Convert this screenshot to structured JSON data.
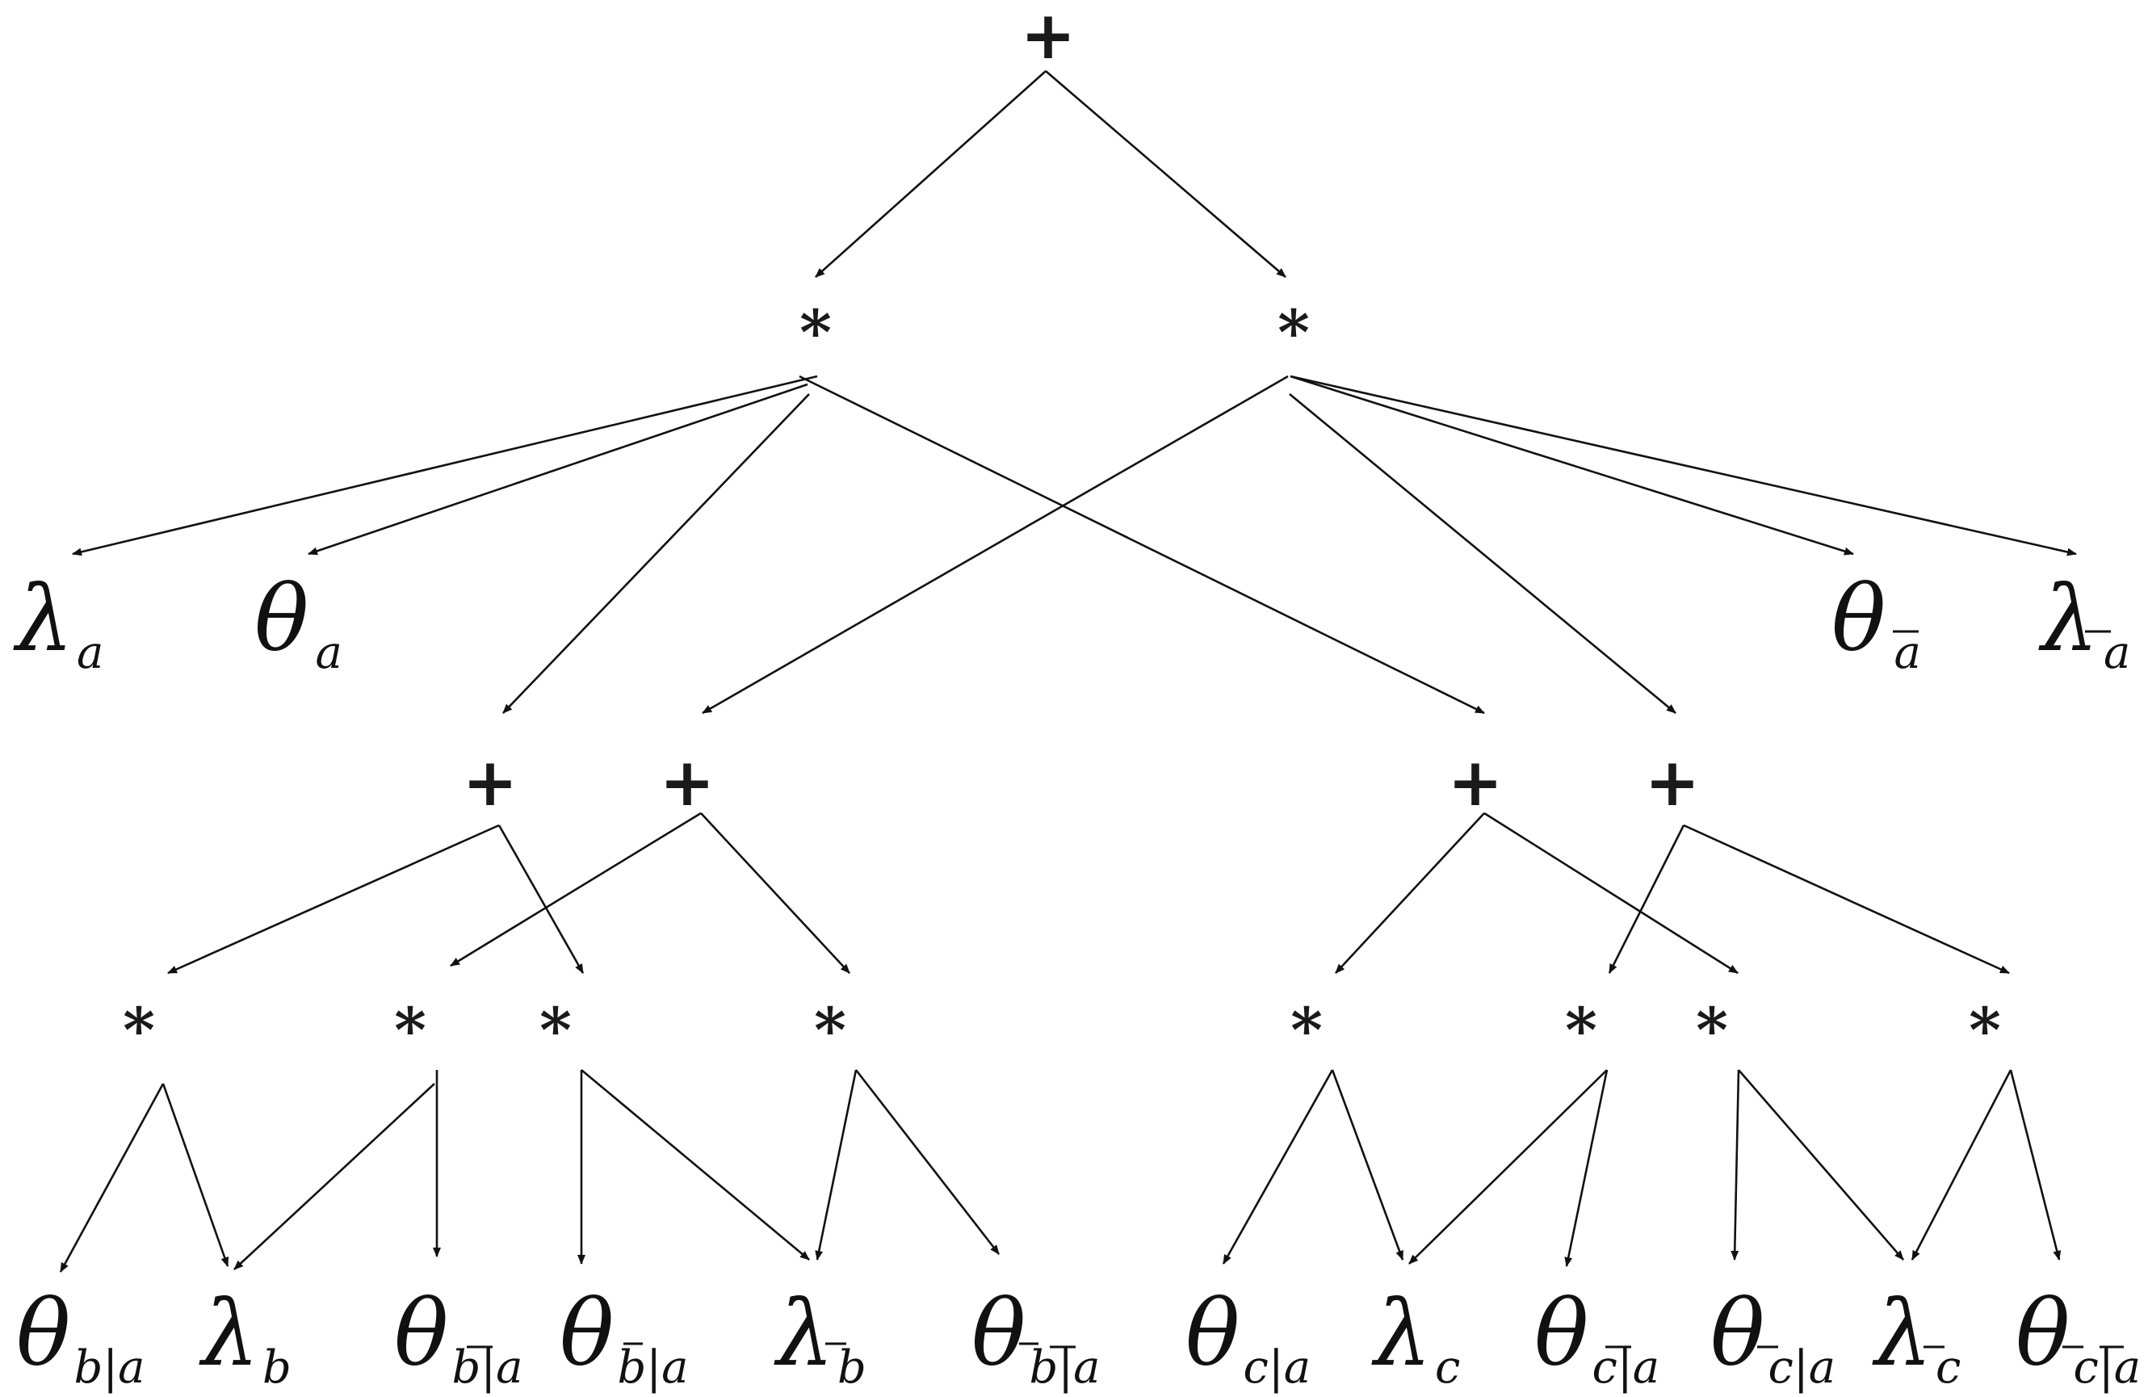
{
  "colors": {
    "ink": "#111111",
    "background": "#ffffff"
  },
  "nodes": {
    "root": "+",
    "prod_a": "*",
    "prod_abar": "*",
    "sum_b1": "+",
    "sum_b2": "+",
    "sum_c1": "+",
    "sum_c2": "+",
    "prod_b1": "*",
    "prod_b2": "*",
    "prod_b3": "*",
    "prod_b4": "*",
    "prod_c1": "*",
    "prod_c2": "*",
    "prod_c3": "*",
    "prod_c4": "*"
  },
  "leaves": {
    "lambda_a": {
      "base": "λ",
      "sub": "a"
    },
    "theta_a": {
      "base": "θ",
      "sub": "a"
    },
    "theta_abar": {
      "base": "θ",
      "sub": "a"
    },
    "lambda_abar": {
      "base": "λ",
      "sub": "a"
    },
    "theta_b_a": {
      "base": "θ",
      "s1": "b",
      "bar": "|",
      "s2": "a"
    },
    "lambda_b": {
      "base": "λ",
      "sub": "b"
    },
    "theta_b_abar": {
      "base": "θ",
      "s1": "b",
      "bar": "|",
      "s2": "a"
    },
    "theta_bbar_a": {
      "base": "θ",
      "s1": "b",
      "bar": "|",
      "s2": "a"
    },
    "lambda_bbar": {
      "base": "λ",
      "sub": "b"
    },
    "theta_bbar_abar": {
      "base": "θ",
      "s1": "b",
      "bar": "|",
      "s2": "a"
    },
    "theta_c_a": {
      "base": "θ",
      "s1": "c",
      "bar": "|",
      "s2": "a"
    },
    "lambda_c": {
      "base": "λ",
      "sub": "c"
    },
    "theta_c_abar": {
      "base": "θ",
      "s1": "c",
      "bar": "|",
      "s2": "a"
    },
    "theta_cbar_a": {
      "base": "θ",
      "s1": "c",
      "bar": "|",
      "s2": "a"
    },
    "lambda_cbar": {
      "base": "λ",
      "sub": "c"
    },
    "theta_cbar_abar": {
      "base": "θ",
      "s1": "c",
      "bar": "|",
      "s2": "a"
    }
  }
}
